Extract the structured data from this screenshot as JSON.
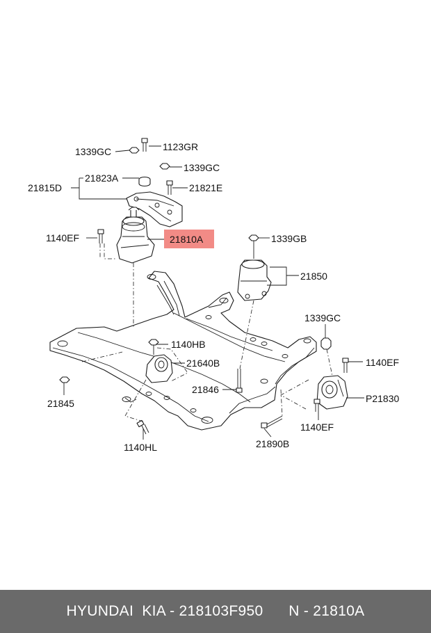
{
  "labels": {
    "p1339GC_a": "1339GC",
    "p1123GR": "1123GR",
    "p1339GC_b": "1339GC",
    "p21823A": "21823A",
    "p21815D": "21815D",
    "p21821E": "21821E",
    "p1140EF_a": "1140EF",
    "p21810A": "21810A",
    "p1339GB": "1339GB",
    "p21850": "21850",
    "p1339GC_c": "1339GC",
    "p1140HB": "1140HB",
    "p21640B": "21640B",
    "p1140EF_b": "1140EF",
    "p21846": "21846",
    "p21845": "21845",
    "pP21830": "P21830",
    "p1140EF_c": "1140EF",
    "p1140HL": "1140HL",
    "p21890B": "21890B"
  },
  "highlight_color": "#f28b86",
  "footer": {
    "text": "HYUNDAI  KIA - 218103F950      N - 21810A"
  }
}
